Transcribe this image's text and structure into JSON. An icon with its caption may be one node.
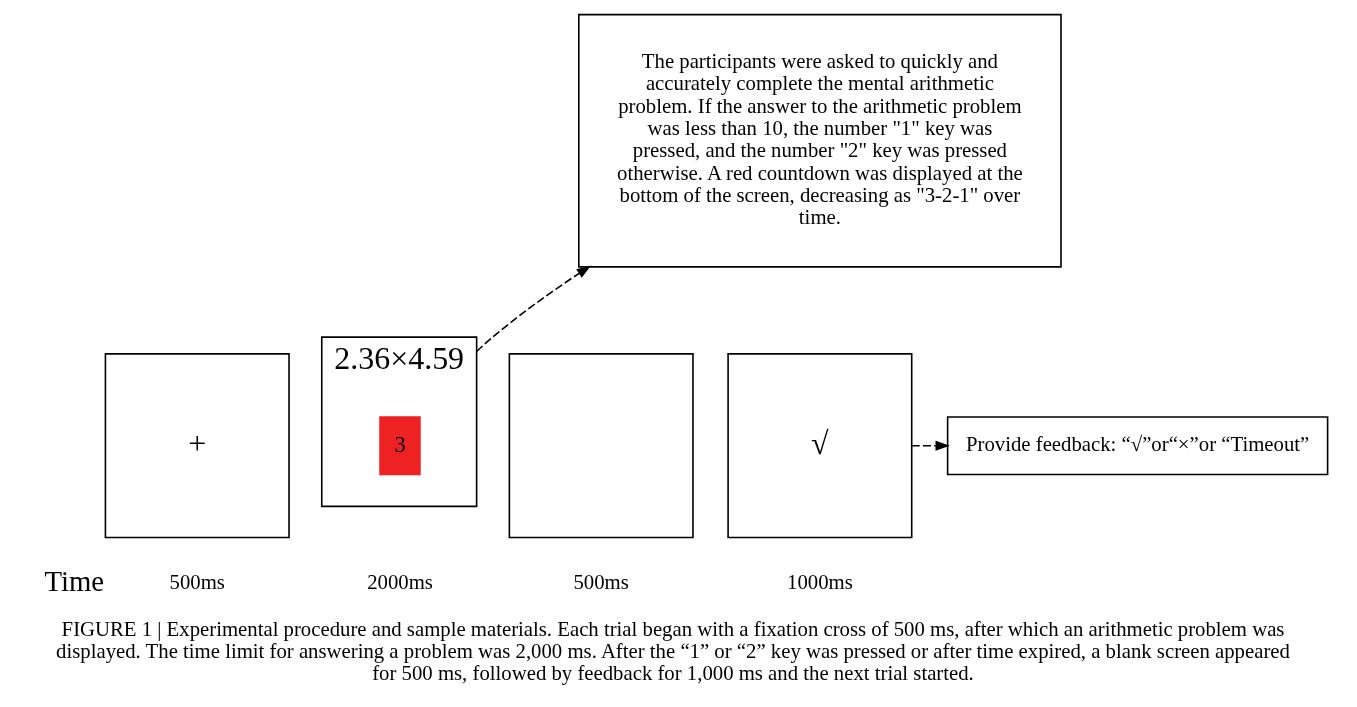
{
  "diagram": {
    "caption": "FIGURE 1 | Experimental procedure and sample materials. Each trial began with a fixation cross of 500 ms, after which an arithmetic problem was displayed. The time limit for answering a problem was 2,000 ms. After the “1” or “2” key was pressed or after time expired, a blank screen appeared for 500 ms, followed by feedback for 1,000 ms and the next trial started.",
    "nodes": [
      {
        "text": [
          "+"
        ],
        "beside": [
          "500ms"
        ]
      },
      {
        "text": [
          "2.36×4.59"
        ],
        "beside": [
          "2000ms"
        ]
      },
      {
        "text": [
          "3"
        ],
        "in": 1
      },
      {
        "text": [
          "The participants were asked to quickly and accurately complete the mental arithmetic problem. If the answer to the arithmetic problem was less than 10, the number \"1\" key was pressed, and the number \"2\" key was pressed otherwise. A red countdown was displayed at the bottom of the screen, decreasing as \"3-2-1\" over time."
        ]
      },
      {
        "text": [],
        "shape": "box",
        "beside": [
          "500ms"
        ]
      },
      {
        "text": [
          "√"
        ],
        "beside": [
          "1000ms"
        ]
      },
      {
        "text": [
          "Provide feedback: “√”or“×”or “Timeout”"
        ]
      }
    ],
    "edges": [
      {
        "from": 1,
        "to": 3,
        "arrow": "to",
        "style": "dashed"
      },
      {
        "from": 5,
        "to": 6,
        "arrow": "to",
        "style": "dashed"
      }
    ],
    "labels": [
      "Time"
    ]
  }
}
